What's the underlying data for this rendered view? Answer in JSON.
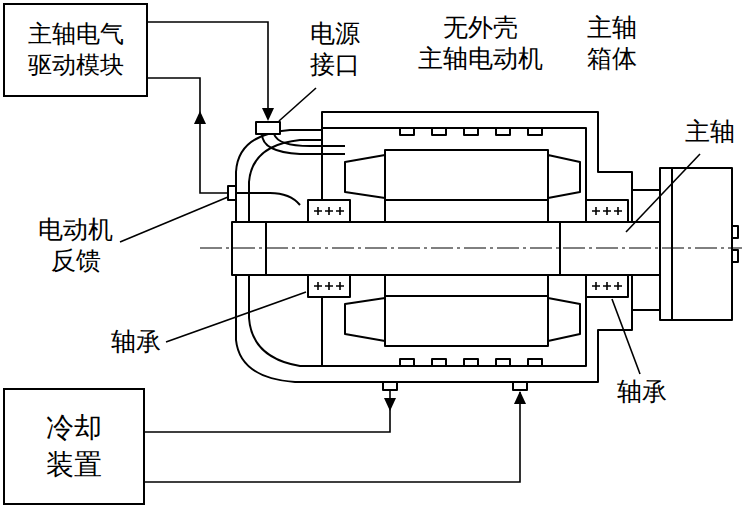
{
  "diagram": {
    "nodes": [
      {
        "text": [
          "主轴电气 驱动模块"
        ]
      },
      {
        "text": [
          "冷却 装置"
        ]
      }
    ],
    "labels": [
      "电源 接口",
      "无外壳 主轴电动机",
      "主轴 箱体",
      "主轴",
      "电动机 反馈",
      "轴承",
      "轴承"
    ]
  }
}
